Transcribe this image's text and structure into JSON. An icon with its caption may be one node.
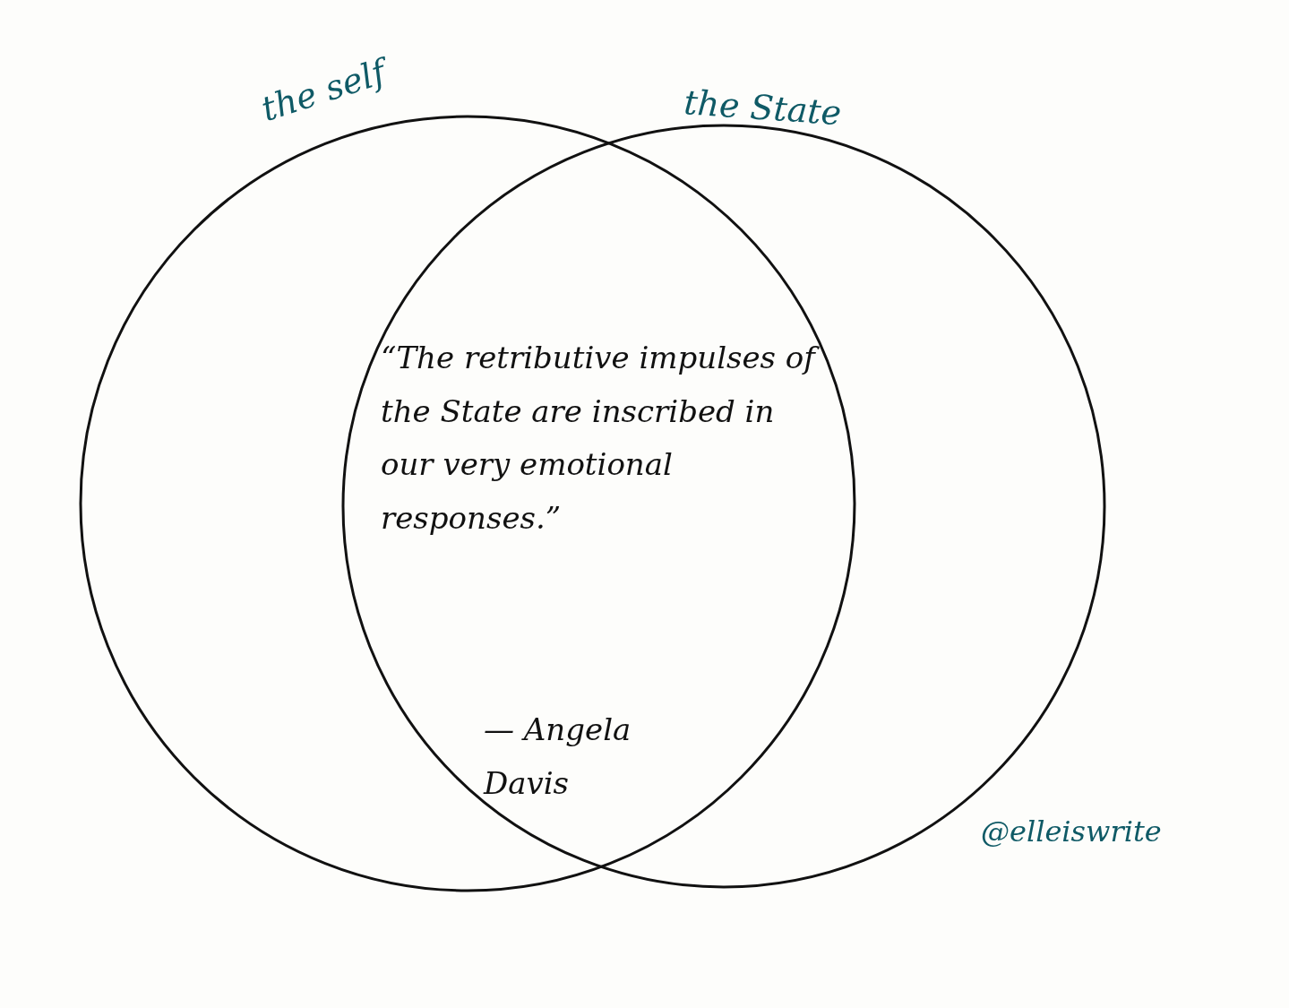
{
  "diagram": {
    "nodes": [
      {
        "text": [
          "the self"
        ]
      },
      {
        "text": [
          "the State"
        ]
      }
    ],
    "edges": [],
    "labels": [
      "“The retributive impulses of the State are inscribed in our very emotional responses.”",
      "— Angela Davis",
      "@elleiswrite"
    ]
  }
}
